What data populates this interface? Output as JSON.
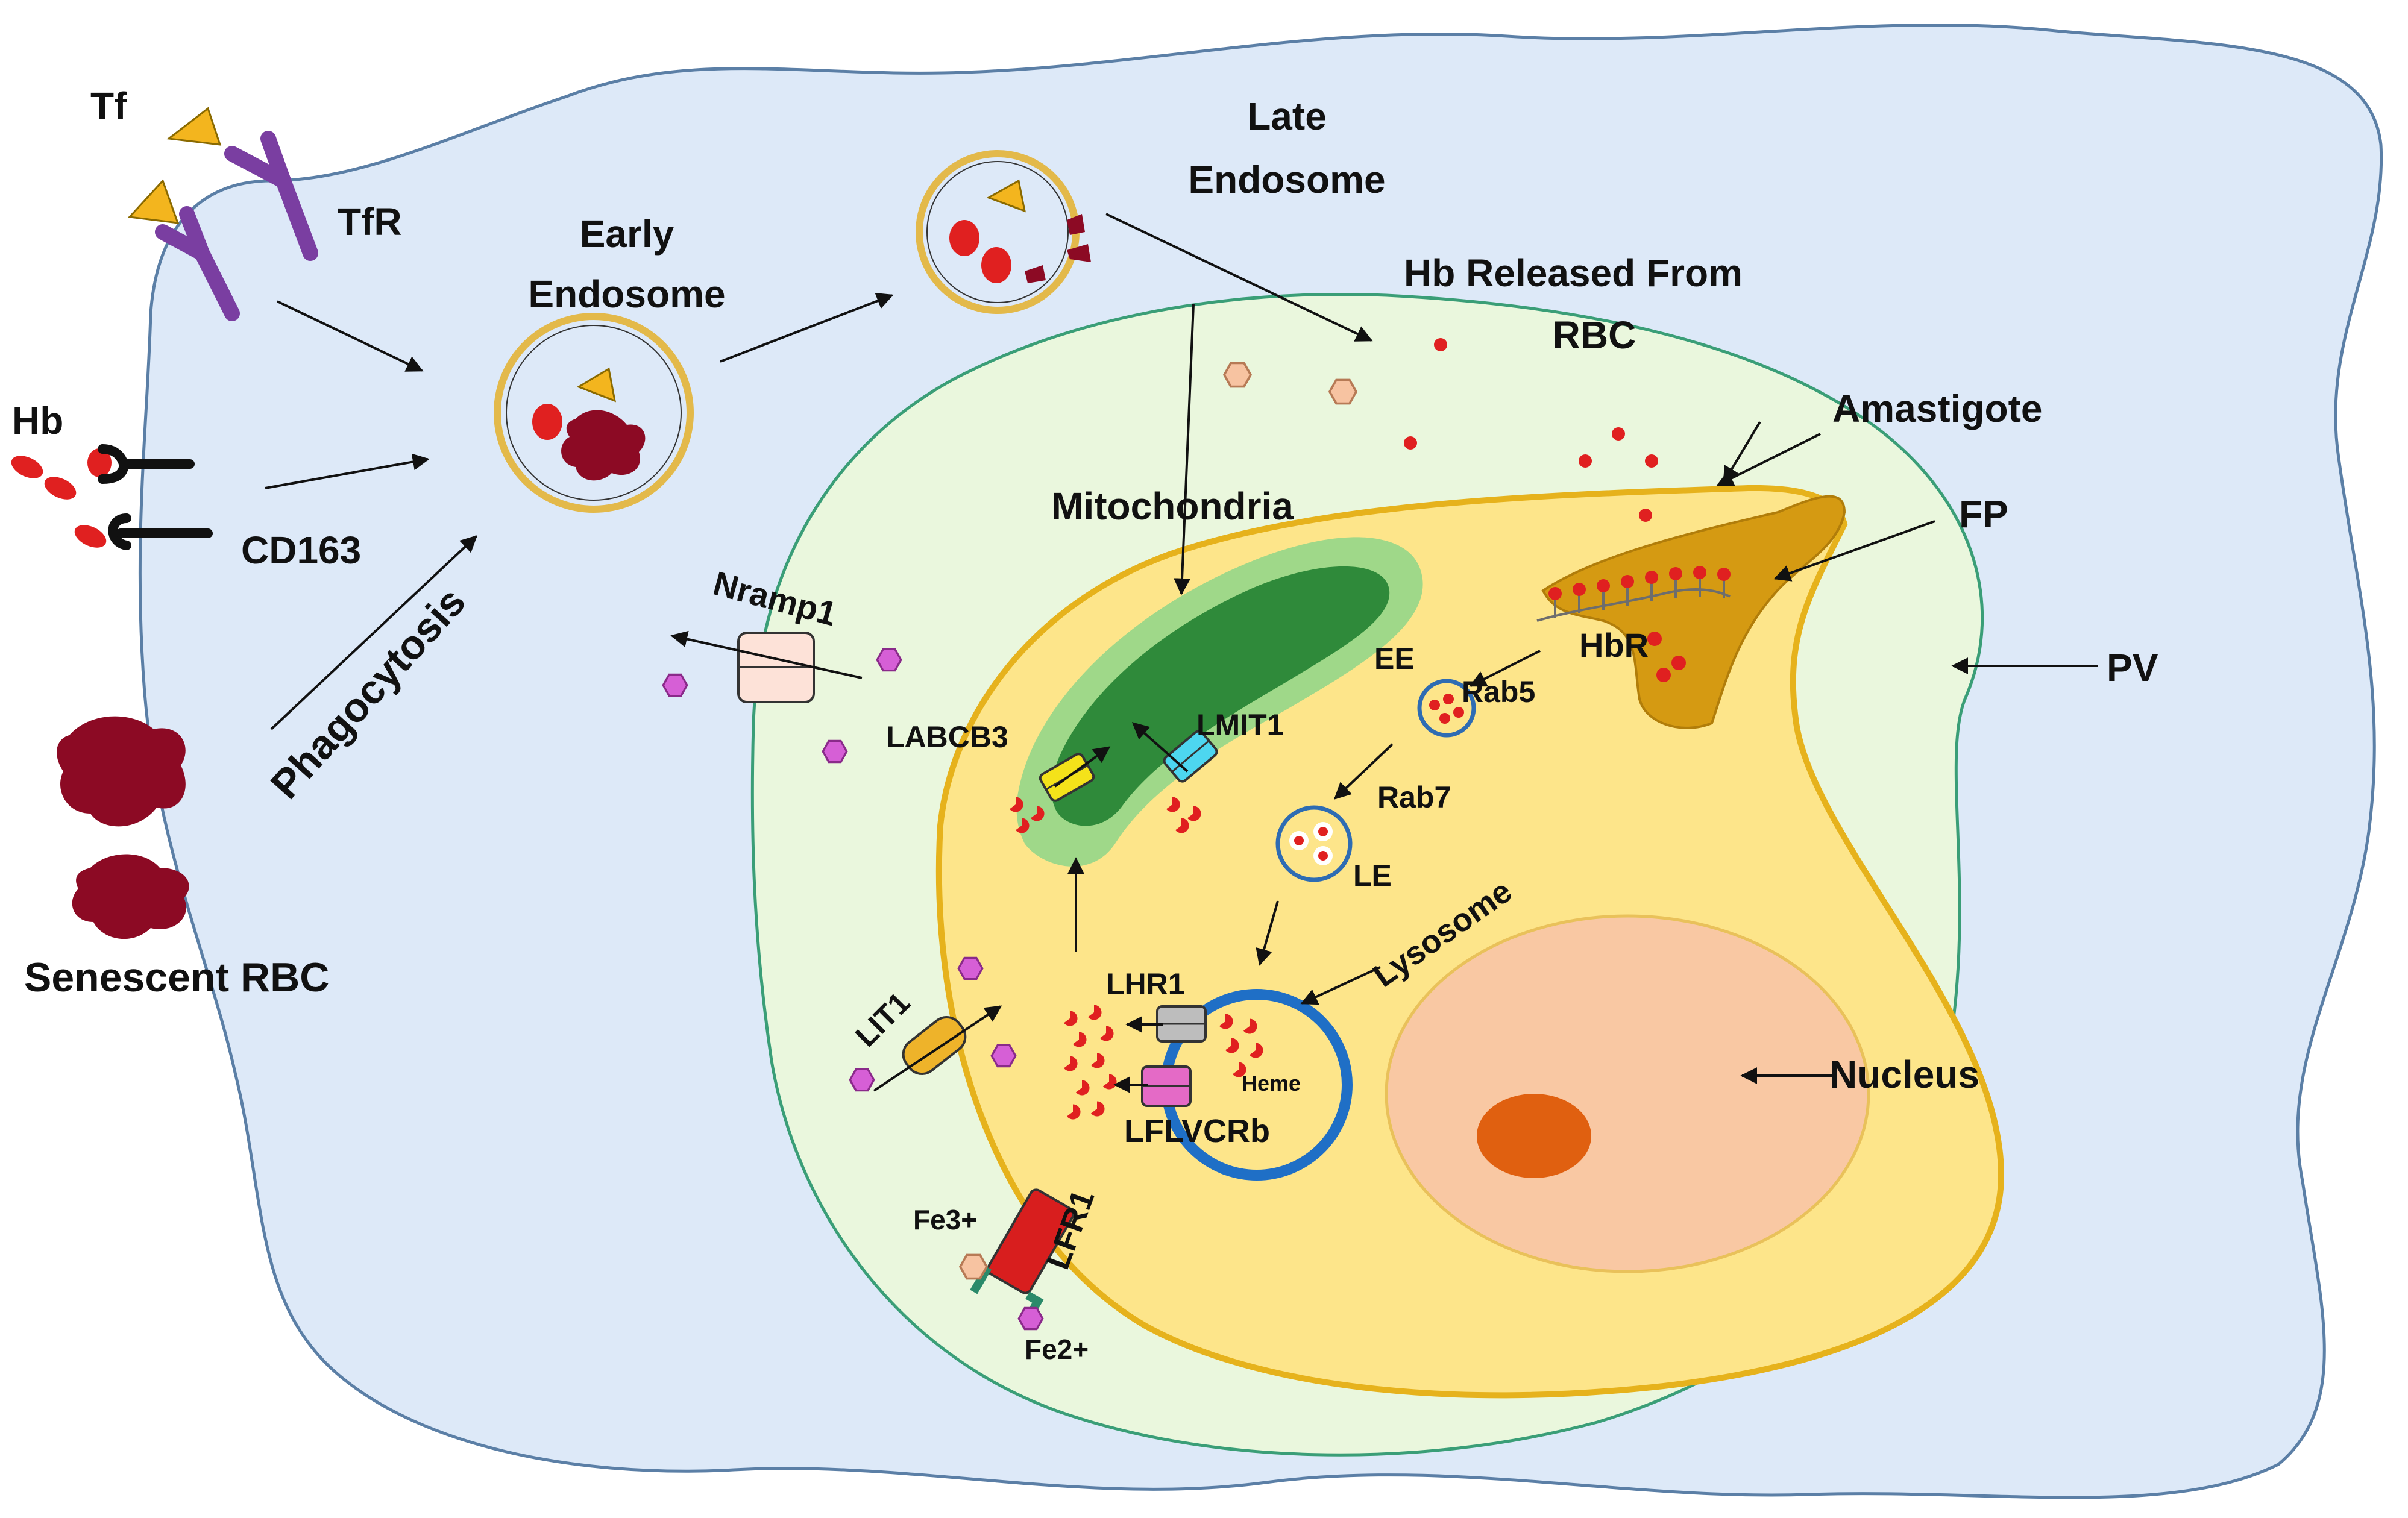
{
  "colors": {
    "macrophage_fill": "#dde9f8",
    "macrophage_stroke": "#5b7fa6",
    "pv_fill": "#eaf7dd",
    "pv_stroke": "#3a9e77",
    "amastigote_fill": "#fde58a",
    "amastigote_stroke": "#e6b21c",
    "flagellar_pocket": "#d59a12",
    "mitochondria_outer": "#9fd889",
    "mitochondria_inner": "#2f8a3a",
    "endosome_ring": "#e3b94a",
    "vesicle_ring": "#2e6cb3",
    "lysosome_ring": "#1f6fc6",
    "heme_red": "#e02020",
    "rbc_dark": "#8c0a24",
    "tf_triangle": "#f3b51e",
    "tfr_purple": "#7a3ea1",
    "hexagon_magenta": "#d65fd6",
    "hexagon_peach": "#f7c3a1",
    "nucleus_fill": "#f9c8a3",
    "nucleolus_fill": "#e06010",
    "labcb3": "#f4e21a",
    "lmit1": "#4dd6f0",
    "lhr1": "#bdbdbd",
    "lflvcrb": "#e46ac6",
    "lit1": "#eeb32a",
    "lfr1": "#d81e1e",
    "nramp1": "#fde2d8"
  },
  "labels": {
    "tf": "Tf",
    "tfr": "TfR",
    "hb": "Hb",
    "cd163": "CD163",
    "phagocytosis": "Phagocytosis",
    "senescent_rbc": "Senescent RBC",
    "early_endosome_line1": "Early",
    "early_endosome_line2": "Endosome",
    "late_endosome_line1": "Late",
    "late_endosome_line2": "Endosome",
    "hb_released_line1": "Hb Released From",
    "hb_released_line2": "RBC",
    "amastigote": "Amastigote",
    "fp": "FP",
    "pv": "PV",
    "mitochondria": "Mitochondria",
    "nramp1": "Nramp1",
    "labcb3": "LABCB3",
    "lmit1": "LMIT1",
    "ee": "EE",
    "rab5": "Rab5",
    "hbr": "HbR",
    "rab7": "Rab7",
    "le": "LE",
    "lysosome": "Lysosome",
    "lhr1": "LHR1",
    "heme": "Heme",
    "lflvcrb": "LFLVCRb",
    "lit1": "LIT1",
    "nucleus": "Nucleus",
    "fe3": "Fe3+",
    "fe2": "Fe2+",
    "lfr1": "LFR1"
  }
}
